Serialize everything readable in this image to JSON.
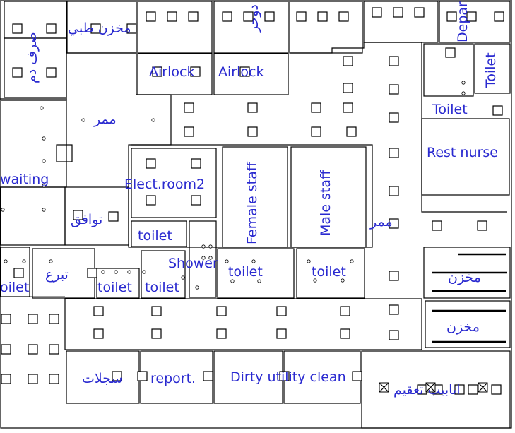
{
  "label_color": "#2a2ad0",
  "line_color": "#000000",
  "rooms": {
    "medical_store": "مخزن طبي",
    "blood_bank": "صرف دم",
    "door_top": "دوحر",
    "department": "Depar",
    "toilet_right_vertical": "Toilet",
    "airlock_1": "Airlock",
    "airlock_2": "Airlock",
    "toilet_right": "Toilet",
    "corridor_1": "ممر",
    "rest_nurse": "Rest nurse",
    "waiting": "waiting",
    "elect_room": "Elect.room2",
    "female_staff": "Female staff",
    "male_staff": "Male staff",
    "corridor_2": "ممر",
    "station": "توافق",
    "toilet_mid": "toilet",
    "shower": "Shower",
    "toilet_f": "toilet",
    "toilet_m": "toilet",
    "store_1": "مخزن",
    "donation": "تبرع",
    "toilet_left": "oilet",
    "toilet_2": "toilet",
    "toilet_3": "toilet",
    "store_2": "مخزن",
    "records": "سجلات",
    "report": "report.",
    "dirty_utility": "Dirty utility clean",
    "sterile_pipes": "انابيب تعقيم"
  }
}
